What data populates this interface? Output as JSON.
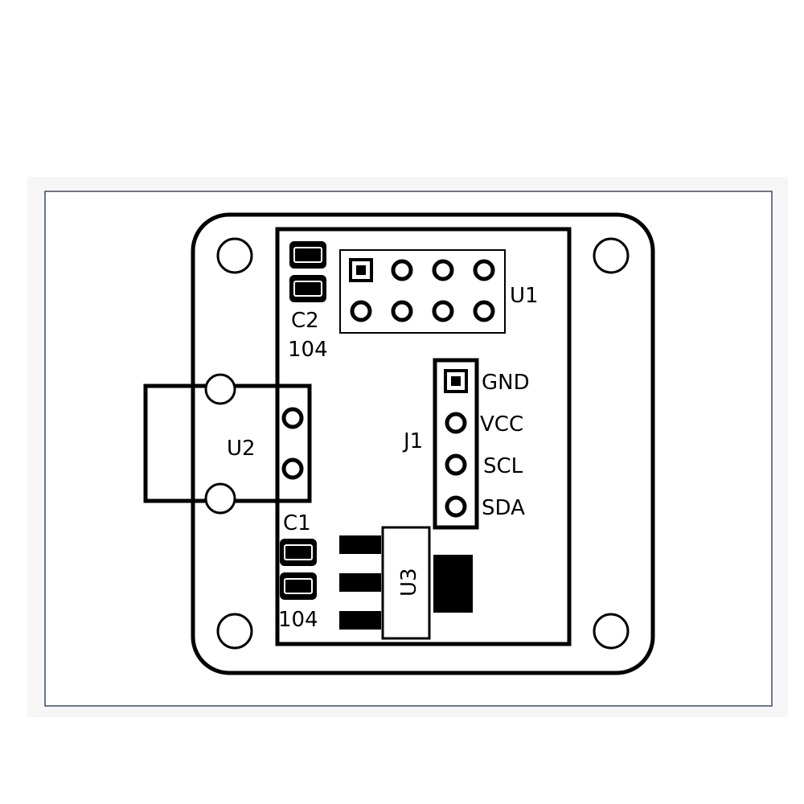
{
  "labels": {
    "u1": "U1",
    "u2": "U2",
    "u3": "U3",
    "j1": "J1",
    "c1": "C1",
    "c2": "C2",
    "c1_value": "104",
    "c2_value": "104",
    "gnd": "GND",
    "vcc": "VCC",
    "scl": "SCL",
    "sda": "SDA"
  },
  "colors": {
    "ink": "#000000",
    "frame": "#3b4a6b",
    "paper": "#ffffff",
    "margin": "#f4f4f4"
  }
}
